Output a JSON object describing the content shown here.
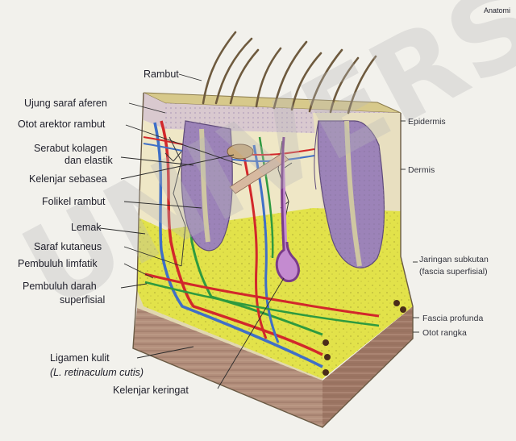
{
  "header": {
    "corner_text": "Anatomi"
  },
  "watermark": {
    "text": "UNIVERSITAS"
  },
  "labels_left": {
    "rambut": "Rambut",
    "ujung_saraf": "Ujung saraf aferen",
    "otot_arektor": "Otot arektor rambut",
    "serabut_line1": "Serabut kolagen",
    "serabut_line2": "dan elastik",
    "kelenjar_sebasea": "Kelenjar sebasea",
    "folikel": "Folikel rambut",
    "lemak": "Lemak",
    "saraf_kutaneus": "Saraf kutaneus",
    "pembuluh_limfatik": "Pembuluh limfatik",
    "pembuluh_darah_line1": "Pembuluh darah",
    "pembuluh_darah_line2": "superfisial",
    "ligamen_line1": "Ligamen kulit",
    "ligamen_line2": "(L. retinaculum cutis)",
    "kelenjar_keringat": "Kelenjar keringat"
  },
  "labels_right": {
    "epidermis": "Epidermis",
    "dermis": "Dermis",
    "jaringan_line1": "Jaringan subkutan",
    "jaringan_line2": "(fascia superfisial)",
    "fascia_profunda": "Fascia profunda",
    "otot_rangka": "Otot rangka"
  },
  "colors": {
    "page": "#f2f1ec",
    "epidermis": "#d9c9cf",
    "dermis": "#efe7c6",
    "subcutaneous_fat": "#e2e24a",
    "muscle": "#b38f7c",
    "artery": "#d2282b",
    "vein": "#3f6fc7",
    "lymph": "#2e9a3f",
    "follicle": "#9c83b8"
  }
}
